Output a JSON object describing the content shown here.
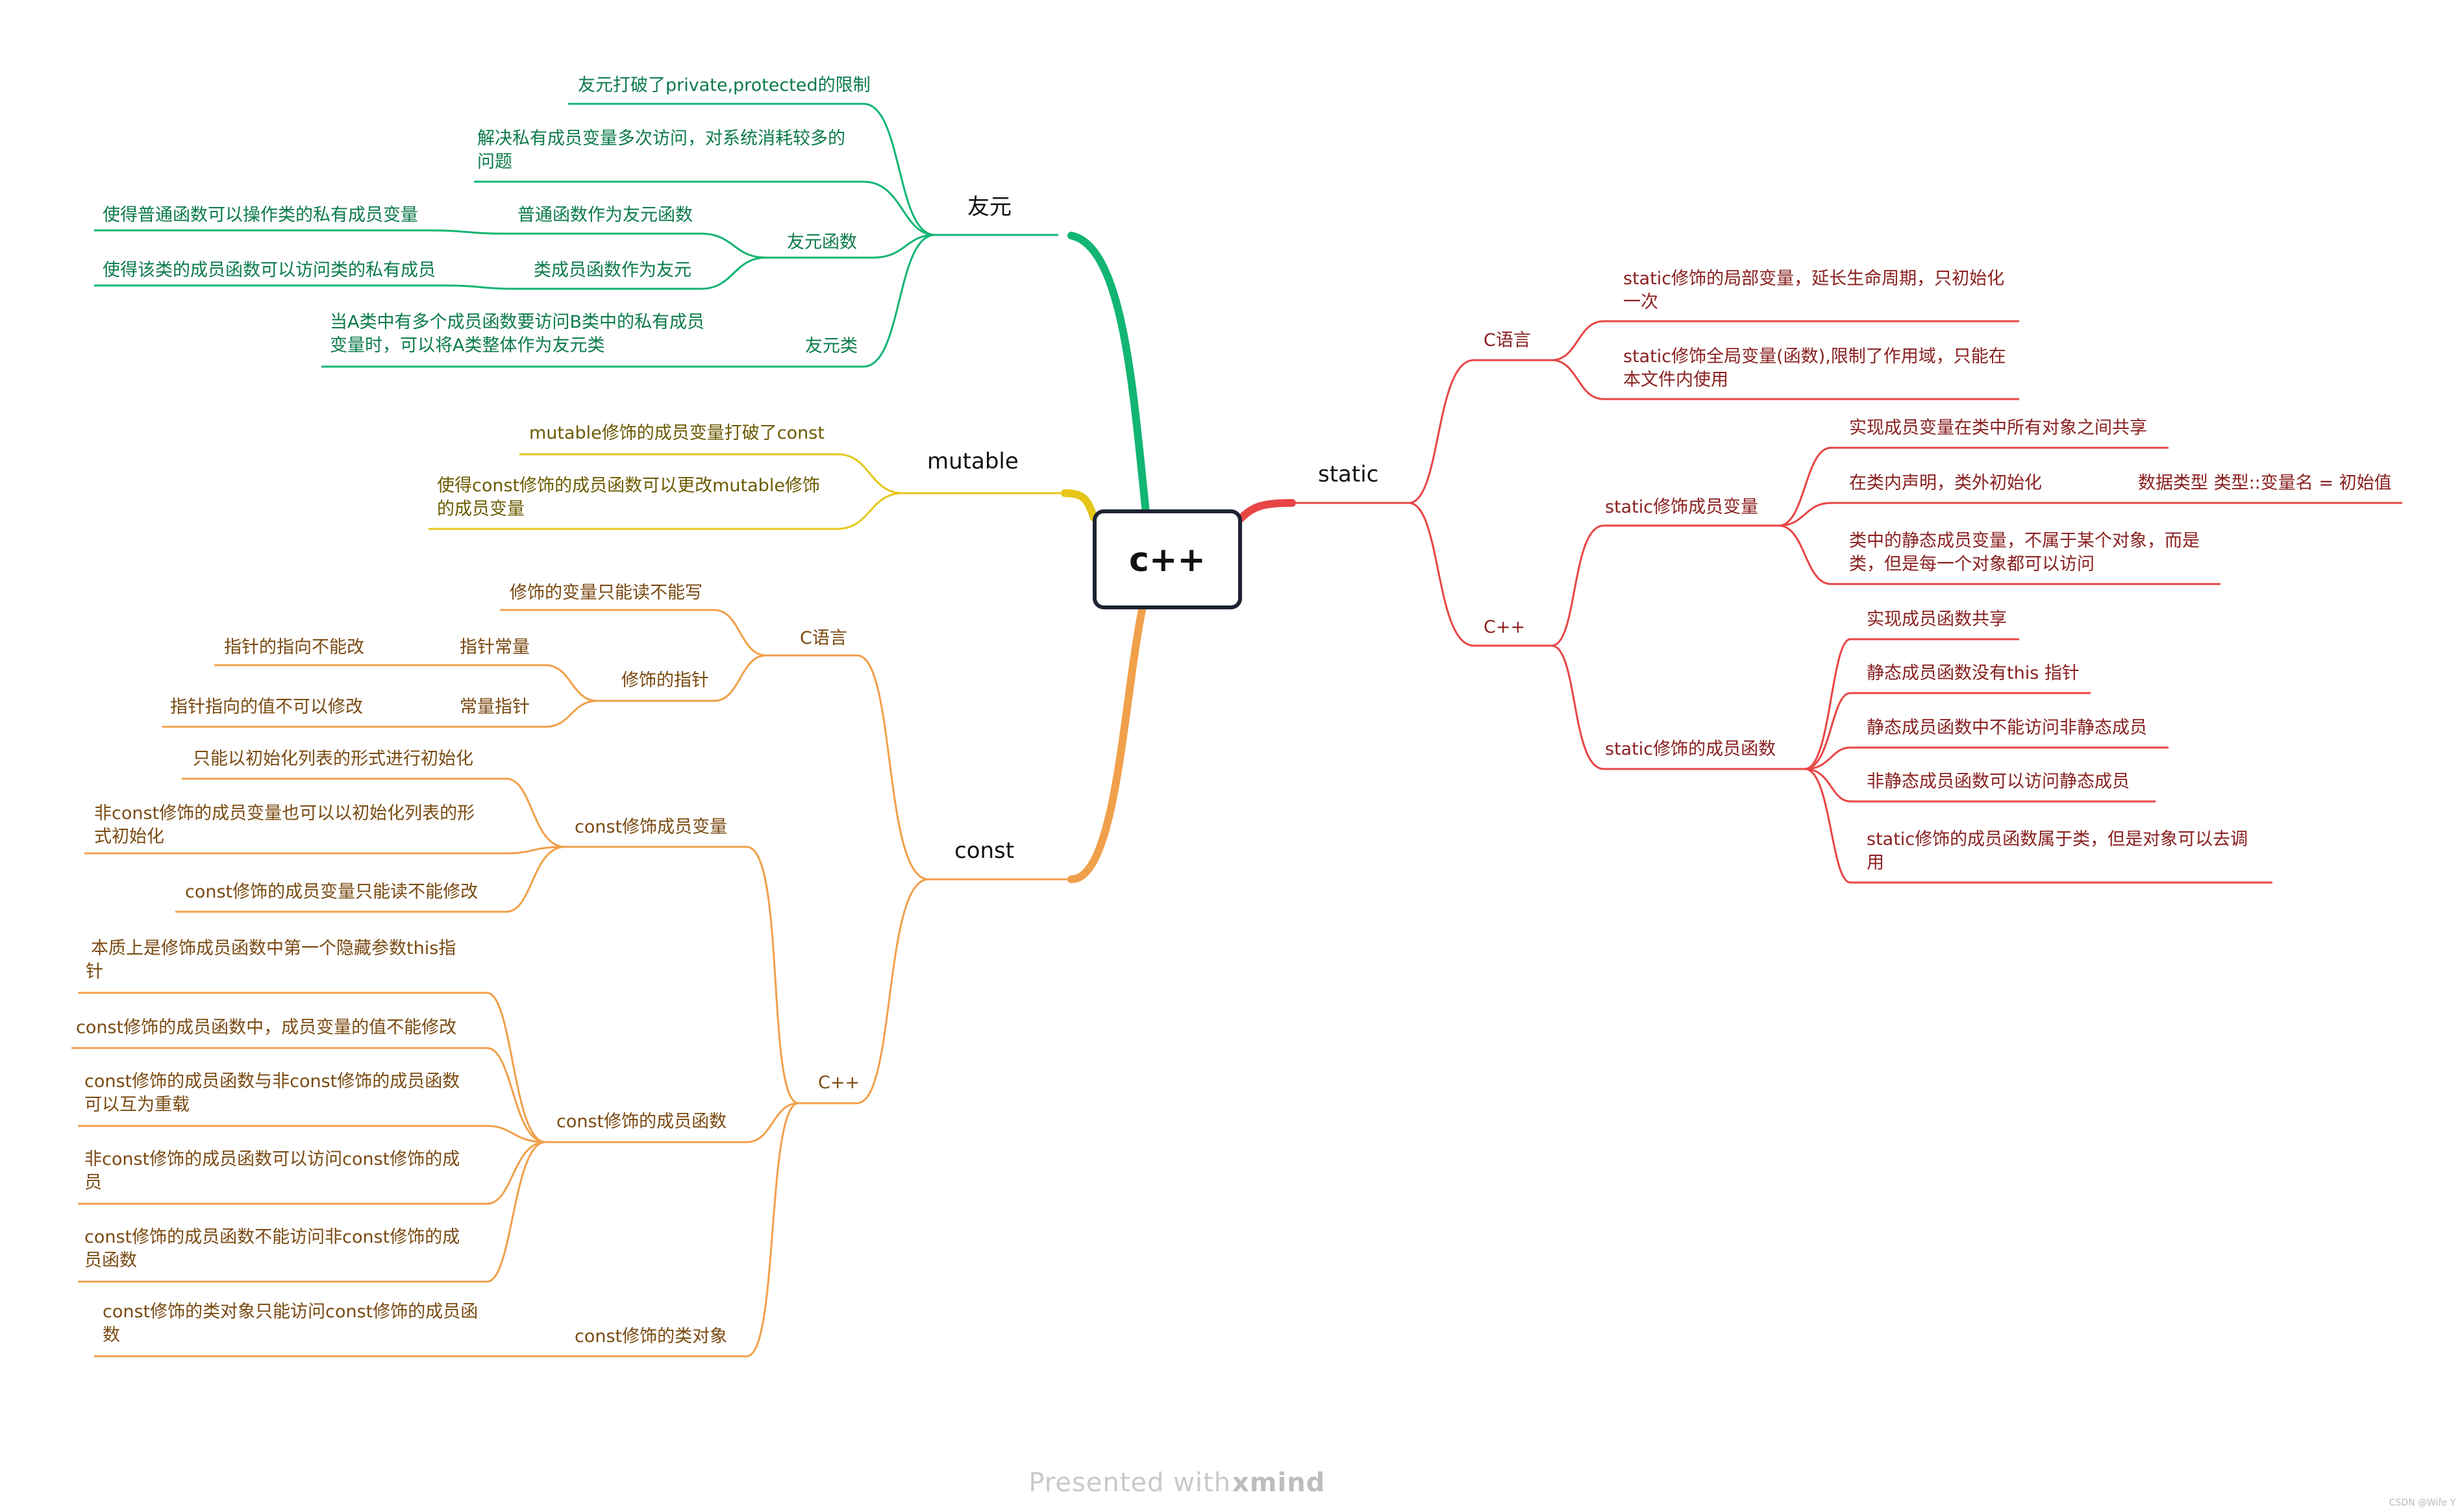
{
  "root": "c++",
  "colors": {
    "friend": "#12b573",
    "friend_text": "#0b7a4b",
    "mutable": "#e6c619",
    "mutable_text": "#6b5a00",
    "const": "#f0a04b",
    "const_text": "#7a4a12",
    "static": "#e84545",
    "static_text": "#8a2020"
  },
  "friend": {
    "title": "友元",
    "n1": "友元打破了private,protected的限制",
    "n2a": "解决私有成员变量多次访问，对系统消耗较多的",
    "n2b": "问题",
    "func": "友元函数",
    "f1": "普通函数作为友元函数",
    "f1d": "使得普通函数可以操作类的私有成员变量",
    "f2": "类成员函数作为友元",
    "f2d": "使得该类的成员函数可以访问类的私有成员",
    "cls": "友元类",
    "clsd_a": "当A类中有多个成员函数要访问B类中的私有成员",
    "clsd_b": "变量时，可以将A类整体作为友元类"
  },
  "mutable": {
    "title": "mutable",
    "n1": "mutable修饰的成员变量打破了const",
    "n2a": "使得const修饰的成员函数可以更改mutable修饰",
    "n2b": "的成员变量"
  },
  "const": {
    "title": "const",
    "c": "C语言",
    "c1": "修饰的变量只能读不能写",
    "c2": "修饰的指针",
    "c2a": "指针常量",
    "c2ad": "指针的指向不能改",
    "c2b": "常量指针",
    "c2bd": "指针指向的值不可以修改",
    "cpp": "C++",
    "mv": "const修饰成员变量",
    "mv1": "只能以初始化列表的形式进行初始化",
    "mv2a": "非const修饰的成员变量也可以以初始化列表的形",
    "mv2b": "式初始化",
    "mv3": "const修饰的成员变量只能读不能修改",
    "mf": "const修饰的成员函数",
    "mf1a": "本质上是修饰成员函数中第一个隐藏参数this指",
    "mf1b": "针",
    "mf2": "const修饰的成员函数中，成员变量的值不能修改",
    "mf3a": "const修饰的成员函数与非const修饰的成员函数",
    "mf3b": "可以互为重载",
    "mf4a": "非const修饰的成员函数可以访问const修饰的成",
    "mf4b": "员",
    "mf5a": "const修饰的成员函数不能访问非const修饰的成",
    "mf5b": "员函数",
    "obj": "const修饰的类对象",
    "obj1a": "const修饰的类对象只能访问const修饰的成员函",
    "obj1b": "数"
  },
  "static": {
    "title": "static",
    "c": "C语言",
    "c1a": "static修饰的局部变量，延长生命周期，只初始化",
    "c1b": "一次",
    "c2a": "static修饰全局变量(函数),限制了作用域，只能在",
    "c2b": "本文件内使用",
    "cpp": "C++",
    "mv": "static修饰成员变量",
    "mv1": "实现成员变量在类中所有对象之间共享",
    "mv2": "在类内声明，类外初始化",
    "mv2d": "数据类型  类型::变量名 = 初始值",
    "mv3a": "类中的静态成员变量，不属于某个对象，而是",
    "mv3b": "类，但是每一个对象都可以访问",
    "mf": "static修饰的成员函数",
    "mf1": "实现成员函数共享",
    "mf2": "静态成员函数没有this 指针",
    "mf3": "静态成员函数中不能访问非静态成员",
    "mf4": "非静态成员函数可以访问静态成员",
    "mf5a": "static修饰的成员函数属于类，但是对象可以去调",
    "mf5b": "用"
  },
  "footer": {
    "pre": "Presented with ",
    "brand": "xmind"
  },
  "watermark": "CSDN @Wife Y"
}
